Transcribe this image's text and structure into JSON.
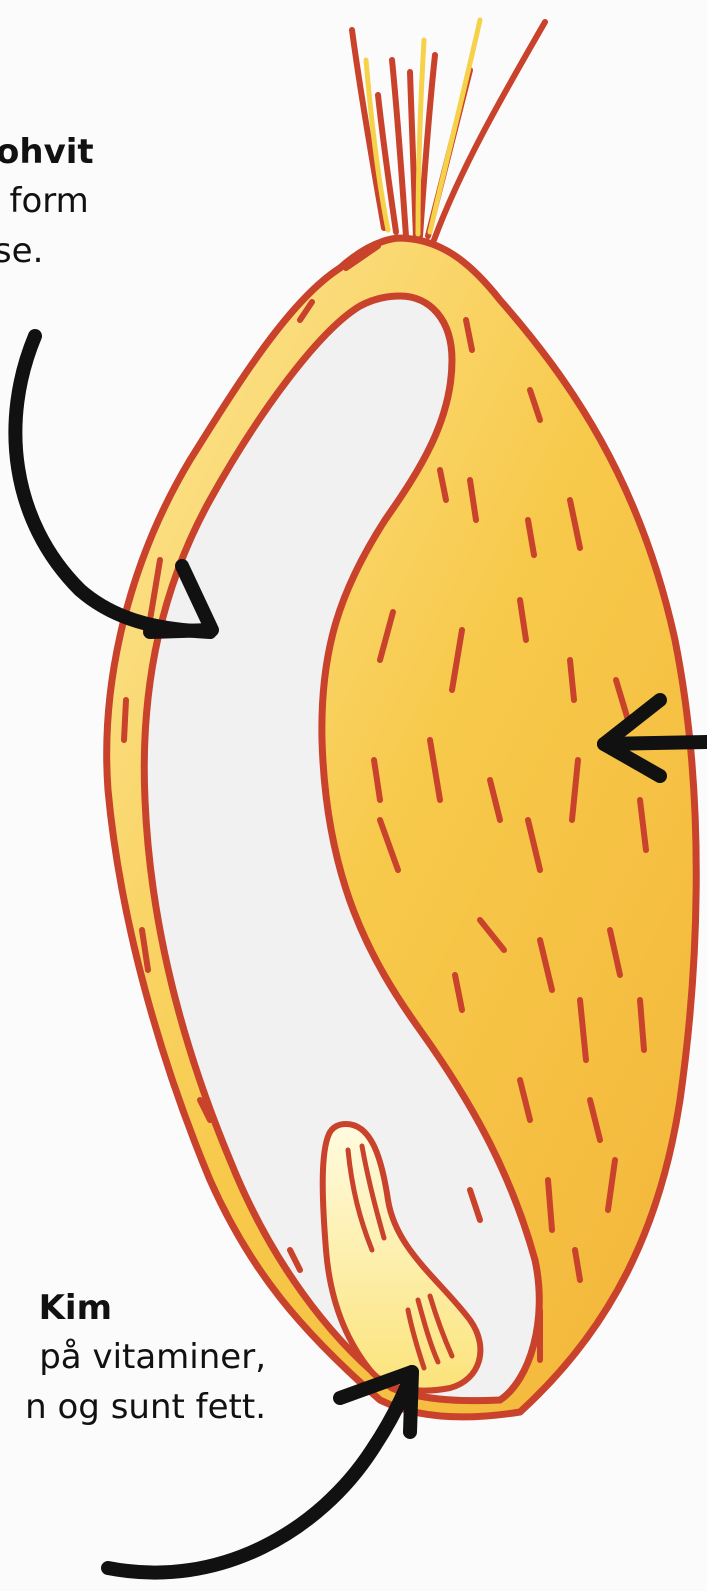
{
  "labels": {
    "endosperm": {
      "title": "ohvit",
      "line1": "rgi i form",
      "line2": "ivelse."
    },
    "germ": {
      "title": "Kim",
      "line1": "på vitaminer,",
      "line2": "n og sunt fett."
    }
  },
  "colors": {
    "background": "#fbfbfb",
    "outline": "#c9422c",
    "husk_fill": "#f5c542",
    "husk_light": "#fbe58a",
    "endosperm_fill": "#f1f1f1",
    "germ_fill": "#fff3b8",
    "arrow": "#111111"
  },
  "icons": {
    "arrows": [
      "arrow-to-endosperm",
      "arrow-to-bran",
      "arrow-to-germ"
    ]
  }
}
